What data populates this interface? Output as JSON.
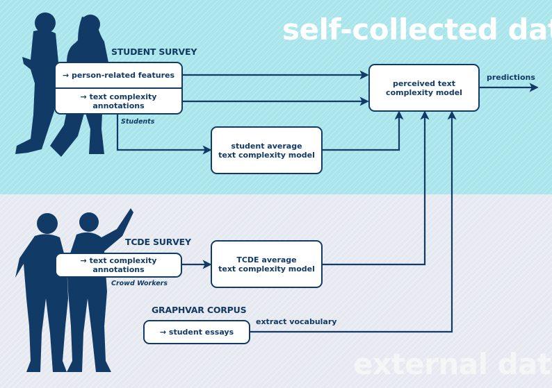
{
  "regions": {
    "top_title": "self-collected data",
    "bottom_title": "external data"
  },
  "student_survey": {
    "title": "STUDENT SURVEY",
    "item1": "→ person-related features",
    "item2": "→ text complexity annotations",
    "source": "Students"
  },
  "tcde_survey": {
    "title": "TCDE SURVEY",
    "item1": "→ text complexity annotations",
    "source": "Crowd Workers"
  },
  "graphvar": {
    "title": "GRAPHVAR CORPUS",
    "item1": "→ student essays"
  },
  "models": {
    "perceived_line1": "perceived text",
    "perceived_line2": "complexity model",
    "student_avg_line1": "student average",
    "student_avg_line2": "text complexity model",
    "tcde_avg_line1": "TCDE average",
    "tcde_avg_line2": "text complexity model"
  },
  "edges": {
    "predictions": "predictions",
    "extract": "extract vocabulary"
  },
  "colors": {
    "navy": "#123a66",
    "top_bg": "#a9e5ea",
    "bottom_bg": "#e6e9ef"
  }
}
